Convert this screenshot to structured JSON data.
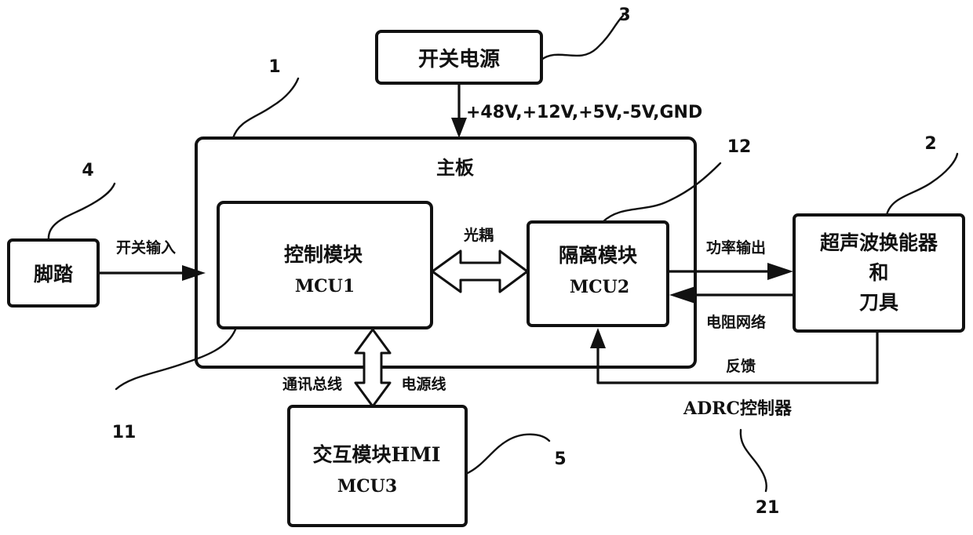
{
  "blocks": {
    "power_supply": "开关电源",
    "mainboard": "主板",
    "control_module": {
      "name": "控制模块",
      "mcu": "MCU1"
    },
    "isolation_module": {
      "name": "隔离模块",
      "mcu": "MCU2"
    },
    "foot_pedal": "脚踏",
    "transducer": {
      "line1": "超声波换能器",
      "line2": "和",
      "line3": "刀具"
    },
    "hmi_module": {
      "name": "交互模块HMI",
      "mcu": "MCU3"
    }
  },
  "connections": {
    "power_rails": "+48V,+12V,+5V,-5V,GND",
    "switch_input": "开关输入",
    "optocoupler": "光耦",
    "power_output": "功率输出",
    "resistor_network": "电阻网络",
    "feedback": "反馈",
    "comm_bus": "通讯总线",
    "power_line": "电源线",
    "adrc": "ADRC控制器"
  },
  "reference_numbers": {
    "mainboard": "1",
    "transducer": "2",
    "power_supply": "3",
    "foot_pedal": "4",
    "hmi_module": "5",
    "control_module": "11",
    "isolation_module": "12",
    "adrc": "21"
  }
}
